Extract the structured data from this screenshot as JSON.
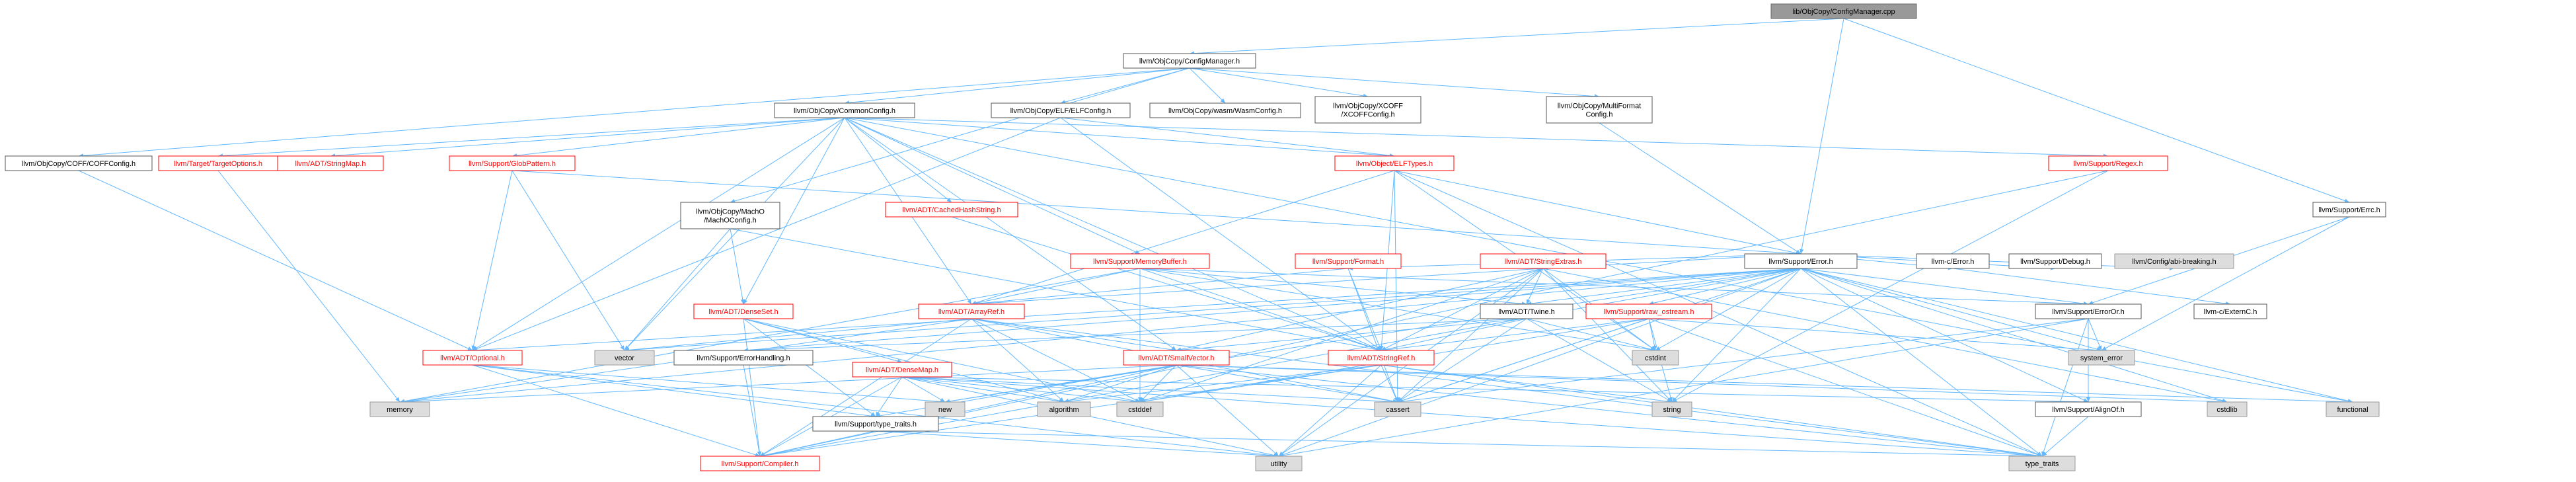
{
  "diagram": {
    "colors": {
      "default_fill": "#ffffff",
      "default_stroke": "#555555",
      "default_text": "#000000",
      "broken_fill": "#ffffff",
      "broken_stroke": "#ff0000",
      "broken_text": "#ff0000",
      "external_fill": "#dddddd",
      "external_stroke": "#999999",
      "external_text": "#000000",
      "root_fill": "#999999",
      "root_stroke": "#666666",
      "edge": "#63b8ff"
    },
    "nodes": [
      {
        "id": "root",
        "lines": [
          "lib/ObjCopy/ConfigManager.cpp"
        ],
        "style": "root"
      },
      {
        "id": "cm",
        "lines": [
          "llvm/ObjCopy/ConfigManager.h"
        ],
        "style": "default"
      },
      {
        "id": "common",
        "lines": [
          "llvm/ObjCopy/CommonConfig.h"
        ],
        "style": "default"
      },
      {
        "id": "elfcfg",
        "lines": [
          "llvm/ObjCopy/ELF/ELFConfig.h"
        ],
        "style": "default"
      },
      {
        "id": "wasmcfg",
        "lines": [
          "llvm/ObjCopy/wasm/WasmConfig.h"
        ],
        "style": "default"
      },
      {
        "id": "xcoff",
        "lines": [
          "llvm/ObjCopy/XCOFF",
          "/XCOFFConfig.h"
        ],
        "style": "default"
      },
      {
        "id": "multi",
        "lines": [
          "llvm/ObjCopy/MultiFormat",
          "Config.h"
        ],
        "style": "default"
      },
      {
        "id": "coff",
        "lines": [
          "llvm/ObjCopy/COFF/COFFConfig.h"
        ],
        "style": "default"
      },
      {
        "id": "macho",
        "lines": [
          "llvm/ObjCopy/MachO",
          "/MachOConfig.h"
        ],
        "style": "default"
      },
      {
        "id": "target",
        "lines": [
          "llvm/Target/TargetOptions.h"
        ],
        "style": "broken"
      },
      {
        "id": "strmap",
        "lines": [
          "llvm/ADT/StringMap.h"
        ],
        "style": "broken"
      },
      {
        "id": "glob",
        "lines": [
          "llvm/Support/GlobPattern.h"
        ],
        "style": "broken"
      },
      {
        "id": "cached",
        "lines": [
          "llvm/ADT/CachedHashString.h"
        ],
        "style": "broken"
      },
      {
        "id": "elftypes",
        "lines": [
          "llvm/Object/ELFTypes.h"
        ],
        "style": "broken"
      },
      {
        "id": "regex",
        "lines": [
          "llvm/Support/Regex.h"
        ],
        "style": "broken"
      },
      {
        "id": "error",
        "lines": [
          "llvm/Support/Error.h"
        ],
        "style": "default"
      },
      {
        "id": "errc",
        "lines": [
          "llvm/Support/Errc.h"
        ],
        "style": "default"
      },
      {
        "id": "membuf",
        "lines": [
          "llvm/Support/MemoryBuffer.h"
        ],
        "style": "broken"
      },
      {
        "id": "format",
        "lines": [
          "llvm/Support/Format.h"
        ],
        "style": "broken"
      },
      {
        "id": "strext",
        "lines": [
          "llvm/ADT/StringExtras.h"
        ],
        "style": "broken"
      },
      {
        "id": "cerror",
        "lines": [
          "llvm-c/Error.h"
        ],
        "style": "default"
      },
      {
        "id": "debug",
        "lines": [
          "llvm/Support/Debug.h"
        ],
        "style": "default"
      },
      {
        "id": "abi",
        "lines": [
          "llvm/Config/abi-breaking.h"
        ],
        "style": "external"
      },
      {
        "id": "denseset",
        "lines": [
          "llvm/ADT/DenseSet.h"
        ],
        "style": "broken"
      },
      {
        "id": "arrayref",
        "lines": [
          "llvm/ADT/ArrayRef.h"
        ],
        "style": "broken"
      },
      {
        "id": "twine",
        "lines": [
          "llvm/ADT/Twine.h"
        ],
        "style": "default"
      },
      {
        "id": "rawos",
        "lines": [
          "llvm/Support/raw_ostream.h"
        ],
        "style": "broken"
      },
      {
        "id": "erroror",
        "lines": [
          "llvm/Support/ErrorOr.h"
        ],
        "style": "default"
      },
      {
        "id": "cextern",
        "lines": [
          "llvm-c/ExternC.h"
        ],
        "style": "default"
      },
      {
        "id": "optional",
        "lines": [
          "llvm/ADT/Optional.h"
        ],
        "style": "broken"
      },
      {
        "id": "vector",
        "lines": [
          "vector"
        ],
        "style": "external"
      },
      {
        "id": "errhandling",
        "lines": [
          "llvm/Support/ErrorHandling.h"
        ],
        "style": "default"
      },
      {
        "id": "densemap",
        "lines": [
          "llvm/ADT/DenseMap.h"
        ],
        "style": "broken"
      },
      {
        "id": "smallvec",
        "lines": [
          "llvm/ADT/SmallVector.h"
        ],
        "style": "broken"
      },
      {
        "id": "stringref",
        "lines": [
          "llvm/ADT/StringRef.h"
        ],
        "style": "broken"
      },
      {
        "id": "cstdint",
        "lines": [
          "cstdint"
        ],
        "style": "external"
      },
      {
        "id": "syserr",
        "lines": [
          "system_error"
        ],
        "style": "external"
      },
      {
        "id": "memory",
        "lines": [
          "memory"
        ],
        "style": "external"
      },
      {
        "id": "new",
        "lines": [
          "new"
        ],
        "style": "external"
      },
      {
        "id": "typetraits_h",
        "lines": [
          "llvm/Support/type_traits.h"
        ],
        "style": "default"
      },
      {
        "id": "algorithm",
        "lines": [
          "algorithm"
        ],
        "style": "external"
      },
      {
        "id": "cstddef",
        "lines": [
          "cstddef"
        ],
        "style": "external"
      },
      {
        "id": "cassert",
        "lines": [
          "cassert"
        ],
        "style": "external"
      },
      {
        "id": "string",
        "lines": [
          "string"
        ],
        "style": "external"
      },
      {
        "id": "alignof",
        "lines": [
          "llvm/Support/AlignOf.h"
        ],
        "style": "default"
      },
      {
        "id": "cstdlib",
        "lines": [
          "cstdlib"
        ],
        "style": "external"
      },
      {
        "id": "functional",
        "lines": [
          "functional"
        ],
        "style": "external"
      },
      {
        "id": "compiler",
        "lines": [
          "llvm/Support/Compiler.h"
        ],
        "style": "broken"
      },
      {
        "id": "utility",
        "lines": [
          "utility"
        ],
        "style": "external"
      },
      {
        "id": "typetraits",
        "lines": [
          "type_traits"
        ],
        "style": "external"
      }
    ],
    "edges": [
      [
        "root",
        "cm"
      ],
      [
        "root",
        "error"
      ],
      [
        "root",
        "errc"
      ],
      [
        "cm",
        "common"
      ],
      [
        "cm",
        "elfcfg"
      ],
      [
        "cm",
        "wasmcfg"
      ],
      [
        "cm",
        "xcoff"
      ],
      [
        "cm",
        "multi"
      ],
      [
        "cm",
        "coff"
      ],
      [
        "cm",
        "macho"
      ],
      [
        "common",
        "target"
      ],
      [
        "common",
        "strmap"
      ],
      [
        "common",
        "glob"
      ],
      [
        "common",
        "cached"
      ],
      [
        "common",
        "elftypes"
      ],
      [
        "common",
        "regex"
      ],
      [
        "common",
        "membuf"
      ],
      [
        "common",
        "denseset"
      ],
      [
        "common",
        "arrayref"
      ],
      [
        "common",
        "optional"
      ],
      [
        "common",
        "vector"
      ],
      [
        "common",
        "smallvec"
      ],
      [
        "common",
        "stringref"
      ],
      [
        "common",
        "functional"
      ],
      [
        "elfcfg",
        "elftypes"
      ],
      [
        "elfcfg",
        "optional"
      ],
      [
        "elfcfg",
        "stringref"
      ],
      [
        "multi",
        "error"
      ],
      [
        "coff",
        "optional"
      ],
      [
        "macho",
        "denseset"
      ],
      [
        "macho",
        "stringref"
      ],
      [
        "macho",
        "vector"
      ],
      [
        "glob",
        "error"
      ],
      [
        "glob",
        "optional"
      ],
      [
        "glob",
        "vector"
      ],
      [
        "cached",
        "stringref"
      ],
      [
        "elftypes",
        "error"
      ],
      [
        "elftypes",
        "arrayref"
      ],
      [
        "elftypes",
        "stringref"
      ],
      [
        "elftypes",
        "cassert"
      ],
      [
        "elftypes",
        "cstdint"
      ],
      [
        "elftypes",
        "cstring"
      ],
      [
        "elftypes",
        "typetraits"
      ],
      [
        "regex",
        "string"
      ],
      [
        "regex",
        "compiler"
      ],
      [
        "target",
        "memory"
      ],
      [
        "errc",
        "syserr"
      ],
      [
        "errc",
        "erroror"
      ],
      [
        "error",
        "abi"
      ],
      [
        "error",
        "cerror"
      ],
      [
        "error",
        "debug"
      ],
      [
        "error",
        "strext"
      ],
      [
        "error",
        "twine"
      ],
      [
        "error",
        "format"
      ],
      [
        "error",
        "rawos"
      ],
      [
        "error",
        "erroror"
      ],
      [
        "error",
        "compiler"
      ],
      [
        "error",
        "errhandling"
      ],
      [
        "error",
        "alignof"
      ],
      [
        "error",
        "cassert"
      ],
      [
        "error",
        "cstdint"
      ],
      [
        "error",
        "cstdlib"
      ],
      [
        "error",
        "functional"
      ],
      [
        "error",
        "memory"
      ],
      [
        "error",
        "new"
      ],
      [
        "error",
        "optional"
      ],
      [
        "error",
        "string"
      ],
      [
        "error",
        "syserr"
      ],
      [
        "error",
        "typetraits"
      ],
      [
        "error",
        "utility"
      ],
      [
        "error",
        "vector"
      ],
      [
        "cerror",
        "cextern"
      ],
      [
        "membuf",
        "arrayref"
      ],
      [
        "membuf",
        "twine"
      ],
      [
        "membuf",
        "stringref"
      ],
      [
        "membuf",
        "cstddef"
      ],
      [
        "membuf",
        "memory"
      ],
      [
        "membuf",
        "erroror"
      ],
      [
        "membuf",
        "cstdint"
      ],
      [
        "format",
        "arrayref"
      ],
      [
        "format",
        "stringref"
      ],
      [
        "format",
        "cassert"
      ],
      [
        "format",
        "cstdio"
      ],
      [
        "strext",
        "arrayref"
      ],
      [
        "strext",
        "smallvec"
      ],
      [
        "strext",
        "stringref"
      ],
      [
        "strext",
        "twine"
      ],
      [
        "strext",
        "cassert"
      ],
      [
        "strext",
        "cstddef"
      ],
      [
        "strext",
        "cstdint"
      ],
      [
        "strext",
        "cstdlib"
      ],
      [
        "strext",
        "string"
      ],
      [
        "strext",
        "utility"
      ],
      [
        "denseset",
        "densemap"
      ],
      [
        "denseset",
        "typetraits_h"
      ],
      [
        "denseset",
        "compiler"
      ],
      [
        "denseset",
        "algorithm"
      ],
      [
        "denseset",
        "cstddef"
      ],
      [
        "arrayref",
        "smallvec"
      ],
      [
        "arrayref",
        "compiler"
      ],
      [
        "arrayref",
        "algorithm"
      ],
      [
        "arrayref",
        "cassert"
      ],
      [
        "arrayref",
        "cstddef"
      ],
      [
        "arrayref",
        "memory"
      ],
      [
        "arrayref",
        "vector"
      ],
      [
        "arrayref",
        "typetraits"
      ],
      [
        "twine",
        "smallvec"
      ],
      [
        "twine",
        "stringref"
      ],
      [
        "twine",
        "errhandling"
      ],
      [
        "twine",
        "cassert"
      ],
      [
        "twine",
        "cstdint"
      ],
      [
        "twine",
        "string"
      ],
      [
        "rawos",
        "stringref"
      ],
      [
        "rawos",
        "cassert"
      ],
      [
        "rawos",
        "cstddef"
      ],
      [
        "rawos",
        "cstdint"
      ],
      [
        "rawos",
        "string"
      ],
      [
        "rawos",
        "syserr"
      ],
      [
        "rawos",
        "typetraits"
      ],
      [
        "erroror",
        "alignof"
      ],
      [
        "erroror",
        "cassert"
      ],
      [
        "erroror",
        "syserr"
      ],
      [
        "erroror",
        "typetraits"
      ],
      [
        "erroror",
        "utility"
      ],
      [
        "optional",
        "compiler"
      ],
      [
        "optional",
        "typetraits_h"
      ],
      [
        "optional",
        "new"
      ],
      [
        "optional",
        "utility"
      ],
      [
        "errhandling",
        "compiler"
      ],
      [
        "densemap",
        "alignof"
      ],
      [
        "densemap",
        "compiler"
      ],
      [
        "densemap",
        "typetraits_h"
      ],
      [
        "densemap",
        "algorithm"
      ],
      [
        "densemap",
        "cassert"
      ],
      [
        "densemap",
        "cstddef"
      ],
      [
        "densemap",
        "new"
      ],
      [
        "densemap",
        "typetraits"
      ],
      [
        "densemap",
        "utility"
      ],
      [
        "smallvec",
        "compiler"
      ],
      [
        "smallvec",
        "typetraits_h"
      ],
      [
        "smallvec",
        "algorithm"
      ],
      [
        "smallvec",
        "cassert"
      ],
      [
        "smallvec",
        "cstddef"
      ],
      [
        "smallvec",
        "cstdlib"
      ],
      [
        "smallvec",
        "functional"
      ],
      [
        "smallvec",
        "memory"
      ],
      [
        "smallvec",
        "new"
      ],
      [
        "smallvec",
        "typetraits"
      ],
      [
        "smallvec",
        "utility"
      ],
      [
        "stringref",
        "compiler"
      ],
      [
        "stringref",
        "algorithm"
      ],
      [
        "stringref",
        "cassert"
      ],
      [
        "stringref",
        "cstddef"
      ],
      [
        "stringref",
        "string"
      ],
      [
        "stringref",
        "typetraits"
      ],
      [
        "stringref",
        "utility"
      ],
      [
        "typetraits_h",
        "typetraits"
      ],
      [
        "typetraits_h",
        "utility"
      ],
      [
        "alignof",
        "typetraits"
      ]
    ]
  }
}
